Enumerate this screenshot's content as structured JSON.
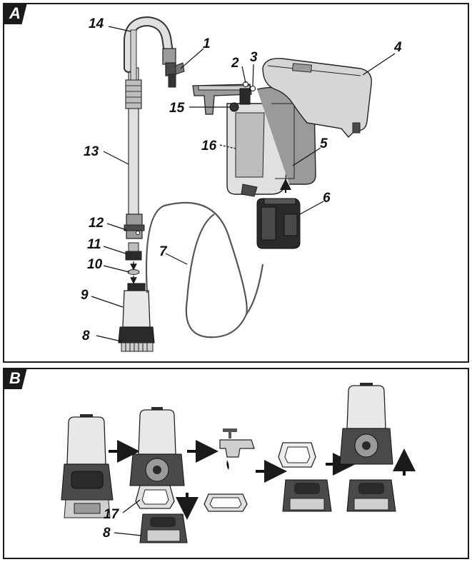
{
  "panels": [
    {
      "tag": "A"
    },
    {
      "tag": "B"
    }
  ],
  "callouts": {
    "c1": "1",
    "c2": "2",
    "c3": "3",
    "c4": "4",
    "c5": "5",
    "c6": "6",
    "c7": "7",
    "c8": "8",
    "c9": "9",
    "c10": "10",
    "c11": "11",
    "c12": "12",
    "c13": "13",
    "c14": "14",
    "c15": "15",
    "c16": "16",
    "c17": "17",
    "c8b": "8"
  },
  "colors": {
    "ink": "#1a1a1a",
    "grey_light": "#cfcfcf",
    "grey_mid": "#9a9a9a",
    "grey_dark": "#4a4a4a"
  }
}
